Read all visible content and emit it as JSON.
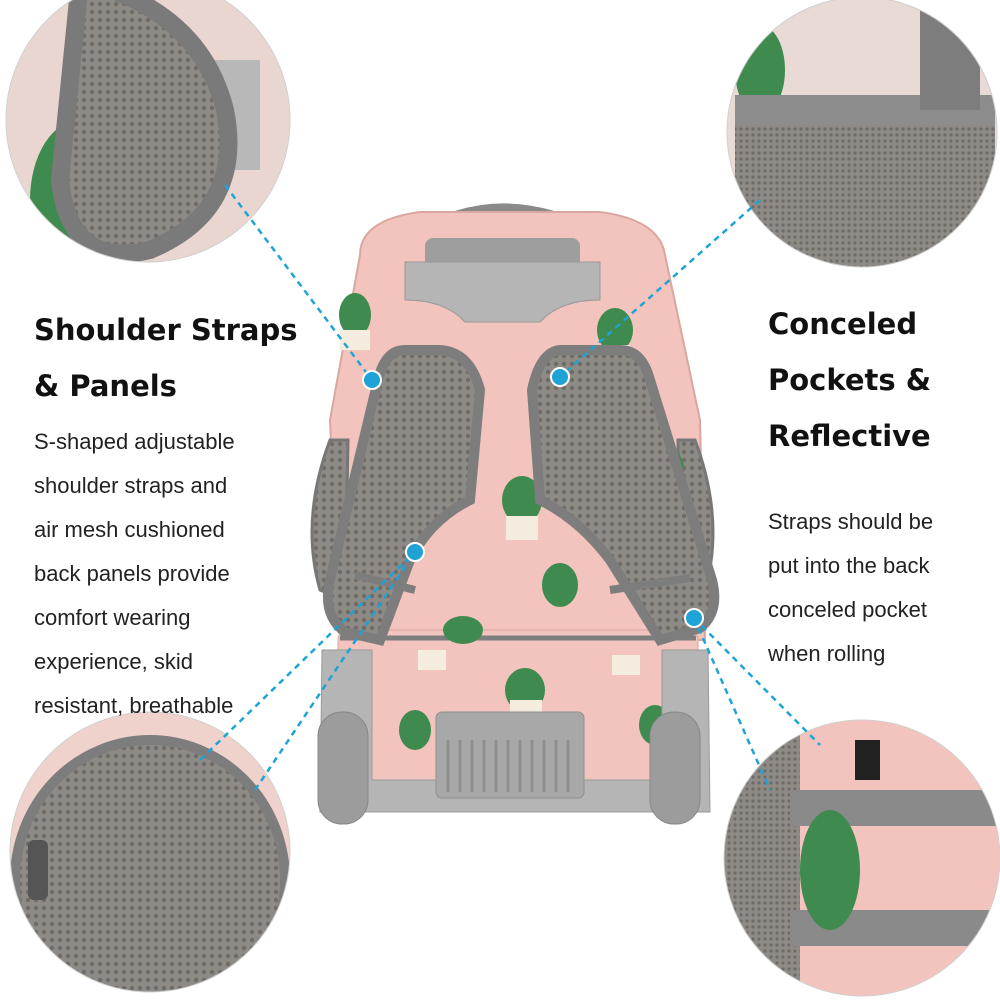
{
  "left_feature": {
    "title_lines": [
      "Shoulder Straps",
      "& Panels"
    ],
    "body_lines": [
      "S-shaped adjustable",
      "shoulder straps and",
      "air mesh cushioned",
      "back panels provide",
      "comfort wearing",
      "experience, skid",
      "resistant, breathable"
    ]
  },
  "right_feature": {
    "title_lines": [
      "Conceled",
      "Pockets &",
      "Reflective"
    ],
    "body_lines": [
      "Straps should be",
      "put into the back",
      "conceled pocket",
      "when rolling"
    ]
  },
  "colors": {
    "backpack_pink": "#f2c4bd",
    "strap_gray": "#7d7d7d",
    "mesh_gray": "#8a8782",
    "frame_gray": "#b5b5b5",
    "cactus_green": "#3e8a4f",
    "callout_cyan": "#1fa3d6"
  },
  "icons": [
    "backpack-image",
    "callout-dot",
    "zoom-circle"
  ]
}
